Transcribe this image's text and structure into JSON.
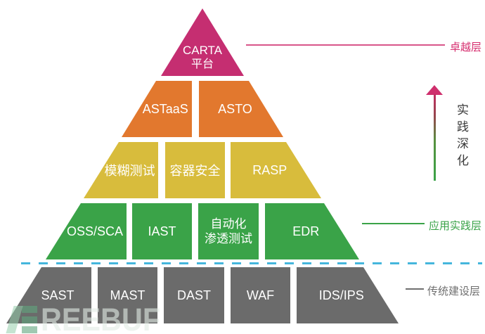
{
  "pyramid": {
    "top": {
      "line1": "CARTA",
      "line2": "平台",
      "color": "#c52e71"
    },
    "rows": [
      {
        "name": "tools-layer-2",
        "color": "#e2782e",
        "blocks": [
          {
            "label": "ASTaaS"
          },
          {
            "label": "ASTO"
          }
        ]
      },
      {
        "name": "tools-layer-3",
        "color": "#d8bc3c",
        "blocks": [
          {
            "label": "模糊测试"
          },
          {
            "label": "容器安全"
          },
          {
            "label": "RASP"
          }
        ]
      },
      {
        "name": "tools-layer-4",
        "color": "#3aa348",
        "blocks": [
          {
            "label": "OSS/SCA"
          },
          {
            "label": "IAST"
          },
          {
            "label": "自动化",
            "label2": "渗透测试"
          },
          {
            "label": "EDR"
          }
        ]
      },
      {
        "name": "tools-layer-5",
        "color": "#6b6b6b",
        "blocks": [
          {
            "label": "SAST"
          },
          {
            "label": "MAST"
          },
          {
            "label": "DAST"
          },
          {
            "label": "WAF"
          },
          {
            "label": "IDS/IPS"
          }
        ]
      }
    ]
  },
  "annotations": {
    "excellence": {
      "label": "卓越层",
      "color": "#d62d6e"
    },
    "practice": {
      "label": "应用实践层",
      "color": "#3aa348"
    },
    "traditional": {
      "label": "传统建设层",
      "color": "#6f6f6f"
    },
    "arrow": {
      "label": "实践深化",
      "gradient_top": "#c02f63",
      "gradient_bottom": "#3aa348"
    },
    "divider_color": "#45b6dc"
  },
  "watermark": {
    "text": "REEBUF"
  }
}
